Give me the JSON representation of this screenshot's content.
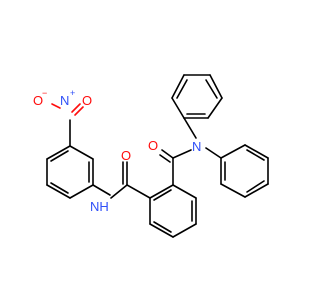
{
  "molecule": {
    "colors": {
      "carbon_bond": "#000000",
      "oxygen": "#ff0d0d",
      "nitrogen": "#3050f8",
      "background": "#ffffff"
    },
    "labels": {
      "nitro_o_minus": "O",
      "nitro_o_minus_charge": "−",
      "nitro_n": "N",
      "nitro_n_charge": "+",
      "nitro_o": "O",
      "amide_o": "O",
      "amide_nh": "NH",
      "tertiary_o": "O",
      "tertiary_n": "N"
    }
  }
}
